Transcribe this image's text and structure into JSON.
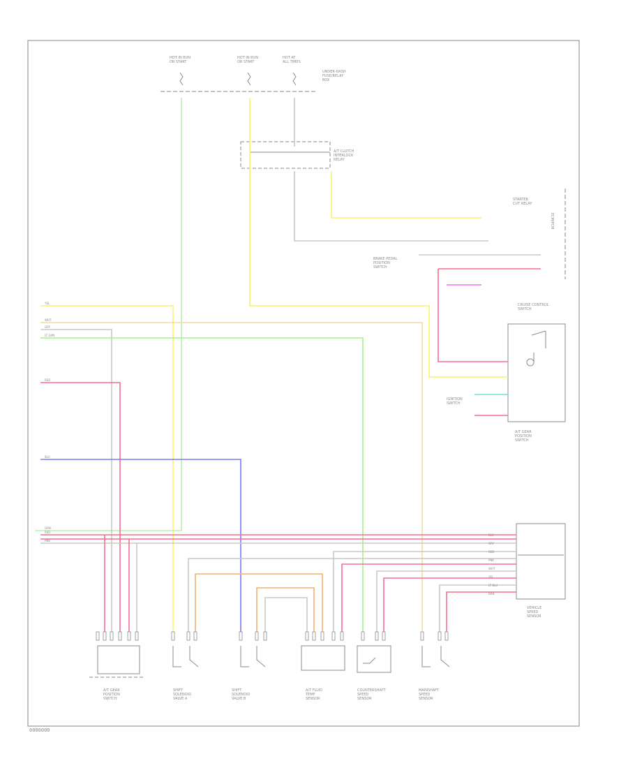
{
  "diagram": {
    "page_code": "0000000",
    "top_labels": {
      "fuse_left": "HOT IN RUN\nOR START",
      "fuse_mid": "HOT IN RUN\nOR START",
      "fuse_right": "HOT AT\nALL TIMES",
      "fuse_box": "UNDER-DASH\nFUSE/RELAY\nBOX",
      "relay_top": "A/T CLUTCH\nINTERLOCK\nRELAY"
    },
    "right_labels": {
      "ecm": "ECM/PCM",
      "starter_cut": "STARTER\nCUT RELAY",
      "ignition": "IGNITION\nSWITCH",
      "cruise": "CRUISE CONTROL\nSWITCH",
      "brake": "BRAKE PEDAL\nPOSITION\nSWITCH",
      "a_t_gear": "A/T GEAR\nPOSITION\nSWITCH",
      "vss": "VEHICLE\nSPEED\nSENSOR"
    },
    "bottom_labels": [
      "A/T GEAR\nPOSITION\nSWITCH",
      "SHIFT\nSOLENOID\nVALVE A",
      "SHIFT\nSOLENOID\nVALVE B",
      "A/T FLUID\nTEMP\nSENSOR",
      "COUNTERSHAFT\nSPEED\nSENSOR",
      "MAINSHAFT\nSPEED\nSENSOR"
    ],
    "left_wire_labels": [
      "YEL",
      "WHT",
      "GRY",
      "LT GRN",
      "RED",
      "BLU",
      "GRN",
      "RED",
      "PNK"
    ],
    "right_connector_labels": [
      "BLK",
      "GRY",
      "RED",
      "PNK",
      "WHT",
      "YEL",
      "LT BLU",
      "BRN"
    ],
    "colors": {
      "frame": "#9a9a9a",
      "yellow": "#f7f36e",
      "green": "#a6f08c",
      "red": "#f76e8c",
      "blue": "#7a7af5",
      "orange": "#f5b070",
      "tan": "#f0dca8",
      "magenta": "#f070f0",
      "cyan": "#70e0e0",
      "gray": "#c8c8c8"
    }
  }
}
